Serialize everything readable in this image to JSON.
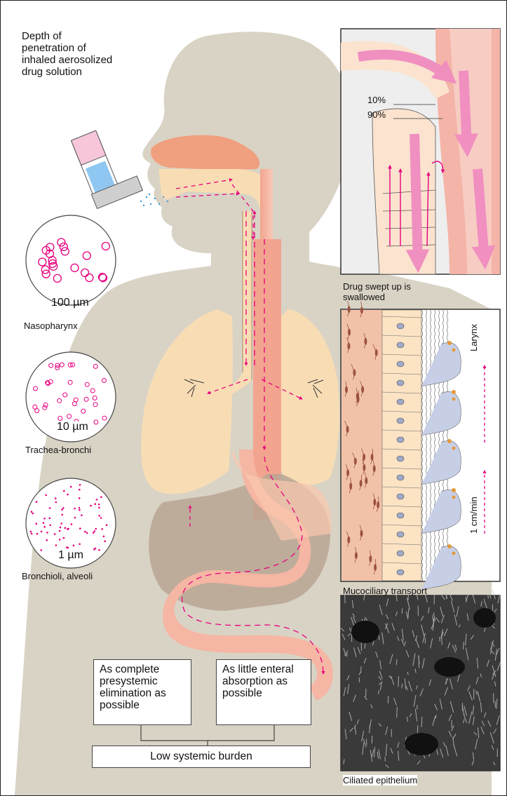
{
  "title": "Depth of penetration of inhaled aerosolized drug solution",
  "particles": [
    {
      "size": "100 µm",
      "region": "Nasopharynx"
    },
    {
      "size": "10 µm",
      "region": "Trachea-bronchi"
    },
    {
      "size": "1 µm",
      "region": "Bronchioli, alveoli"
    }
  ],
  "inset_swallow": {
    "caption": "Drug swept up is swallowed",
    "pct_upper": "10%",
    "pct_lower": "90%"
  },
  "inset_mucociliary": {
    "caption": "Mucociliary transport",
    "direction": "Larynx",
    "speed": "1 cm/min"
  },
  "inset_epithelium": {
    "caption": "Ciliated epithelium"
  },
  "boxes": {
    "presystemic": "As complete presystemic elimination as possible",
    "enteral": "As little enteral absorption as possible",
    "systemic": "Low systemic burden"
  },
  "colors": {
    "background": "#ffffff",
    "silhouette": "#d9d3c5",
    "lung": "#f8ddb4",
    "tract": "#f5b6a3",
    "arrow": "#e6007e",
    "liver": "#b9a493"
  }
}
